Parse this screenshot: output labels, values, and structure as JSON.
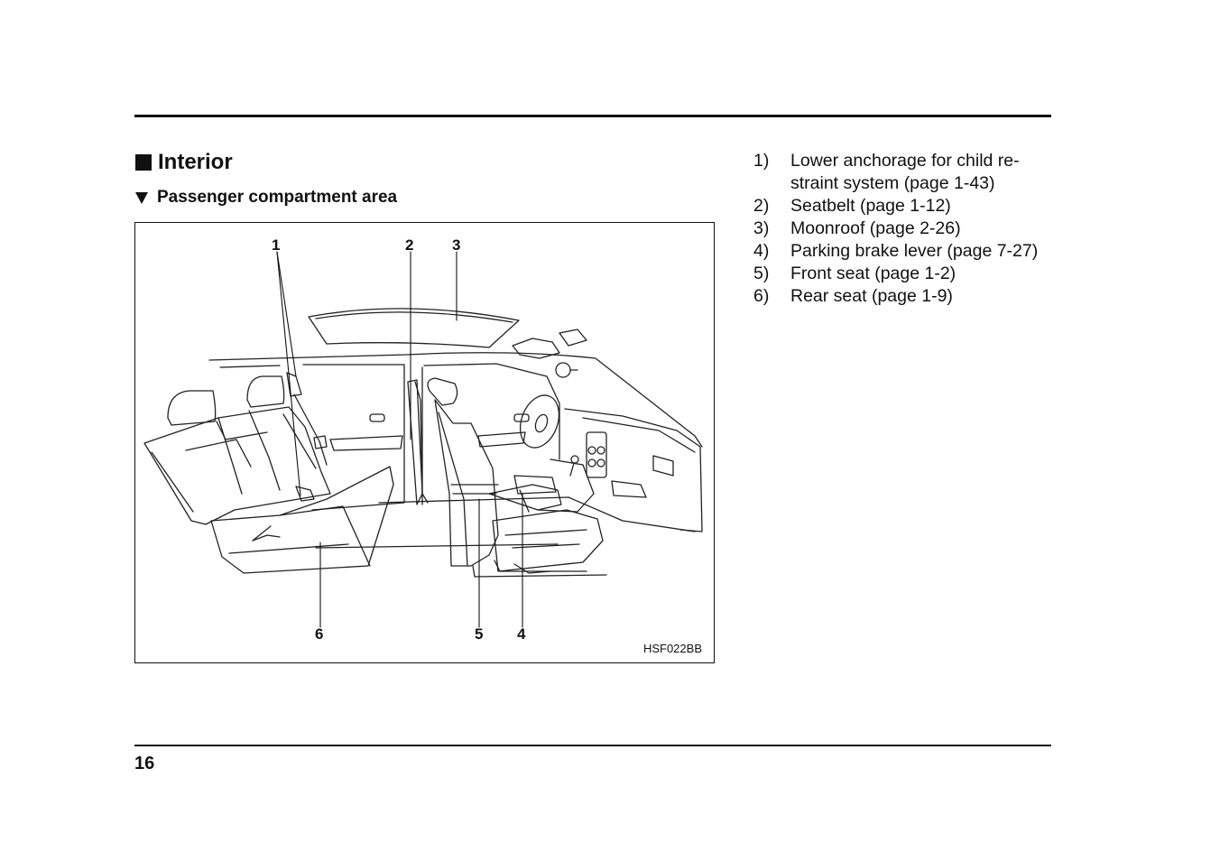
{
  "section": {
    "title": "Interior"
  },
  "subsection": {
    "title": "Passenger compartment area"
  },
  "figure": {
    "code": "HSF022BB",
    "callouts": [
      "1",
      "2",
      "3",
      "4",
      "5",
      "6"
    ]
  },
  "legend": [
    {
      "num": "1)",
      "text": "Lower anchorage for child re-straint system (page 1-43)"
    },
    {
      "num": "2)",
      "text": "Seatbelt (page 1-12)"
    },
    {
      "num": "3)",
      "text": "Moonroof (page 2-26)"
    },
    {
      "num": "4)",
      "text": "Parking brake lever (page 7-27)"
    },
    {
      "num": "5)",
      "text": "Front seat (page 1-2)"
    },
    {
      "num": "6)",
      "text": "Rear seat (page 1-9)"
    }
  ],
  "page_number": "16"
}
